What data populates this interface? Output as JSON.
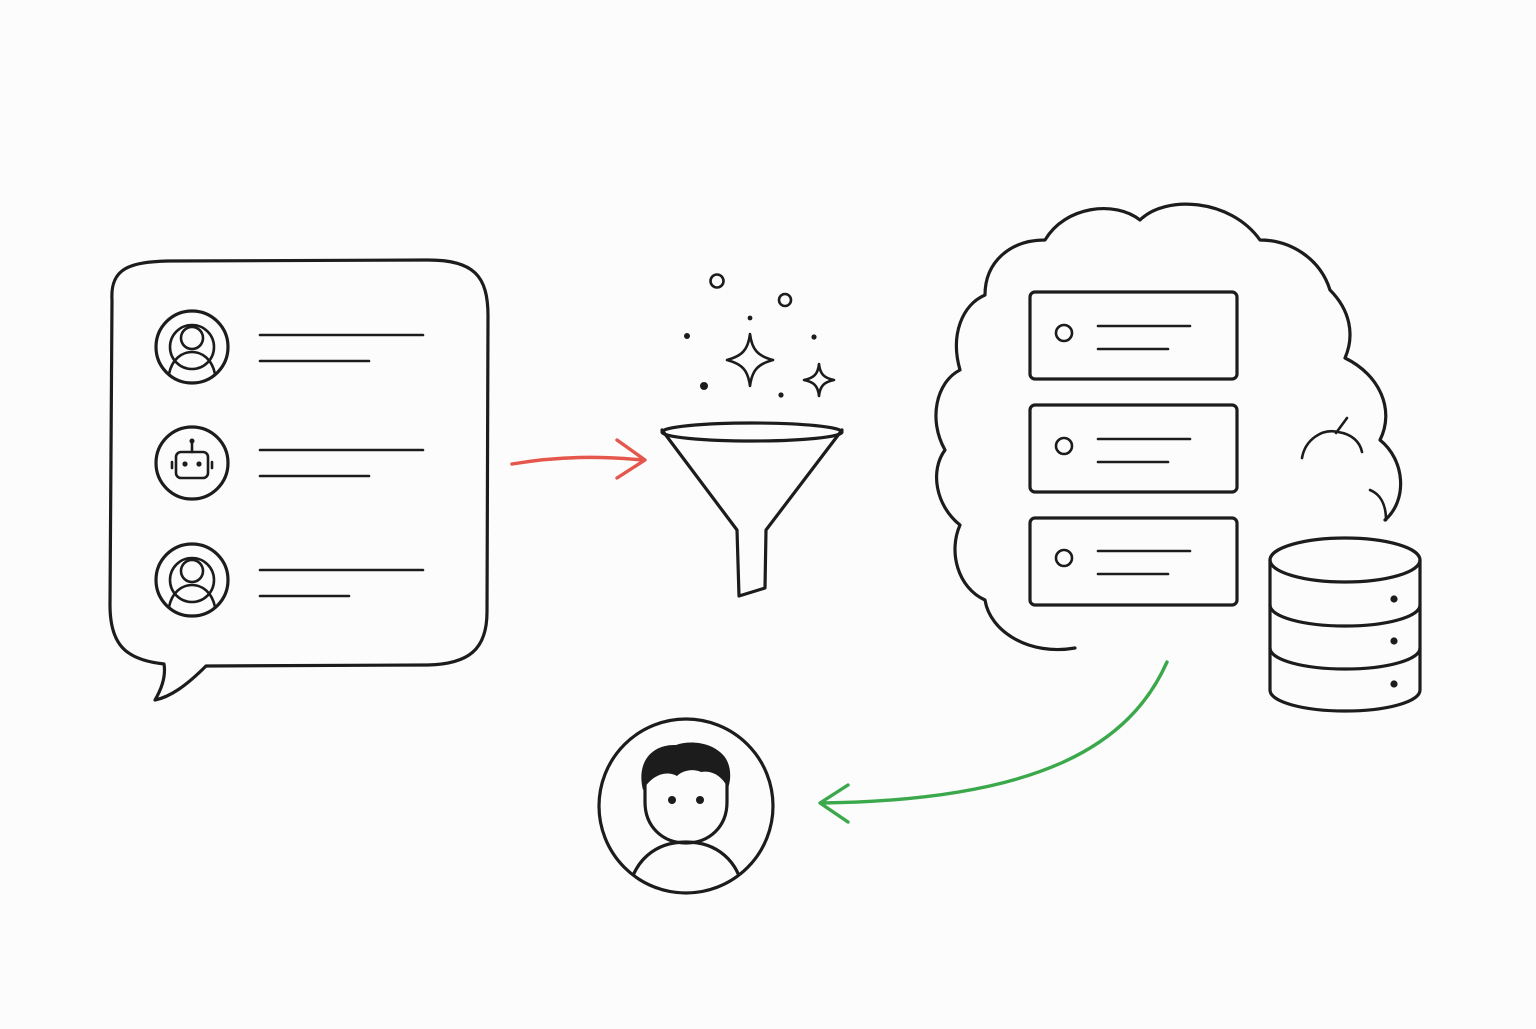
{
  "colors": {
    "ink": "#1c1c1c",
    "background": "#fcfcfc",
    "user_avatar_fill": "#f6c9c0",
    "bot_avatar_fill": "#d9d3ee",
    "ingest_arrow": "#e5574c",
    "sparkle_fill": "#f3b8a6",
    "memory_card_1": "#dcd5f3",
    "memory_card_2": "#d6e8f6",
    "memory_card_3": "#dcefdc",
    "return_arrow": "#3aa84b",
    "person_shirt": "#d9d0f3"
  },
  "conversation": {
    "messages": [
      {
        "role": "user",
        "icon": "user-avatar-icon"
      },
      {
        "role": "assistant",
        "icon": "robot-avatar-icon"
      },
      {
        "role": "user",
        "icon": "user-avatar-icon"
      }
    ]
  },
  "filter": {
    "icon": "funnel-icon",
    "decoration": "sparkle-icon"
  },
  "memory_store": {
    "container_icon": "brain-cloud-icon",
    "cards": [
      {
        "color_key": "memory_card_1"
      },
      {
        "color_key": "memory_card_2"
      },
      {
        "color_key": "memory_card_3"
      }
    ],
    "database_icon": "database-icon"
  },
  "recipient": {
    "icon": "person-avatar-icon"
  }
}
